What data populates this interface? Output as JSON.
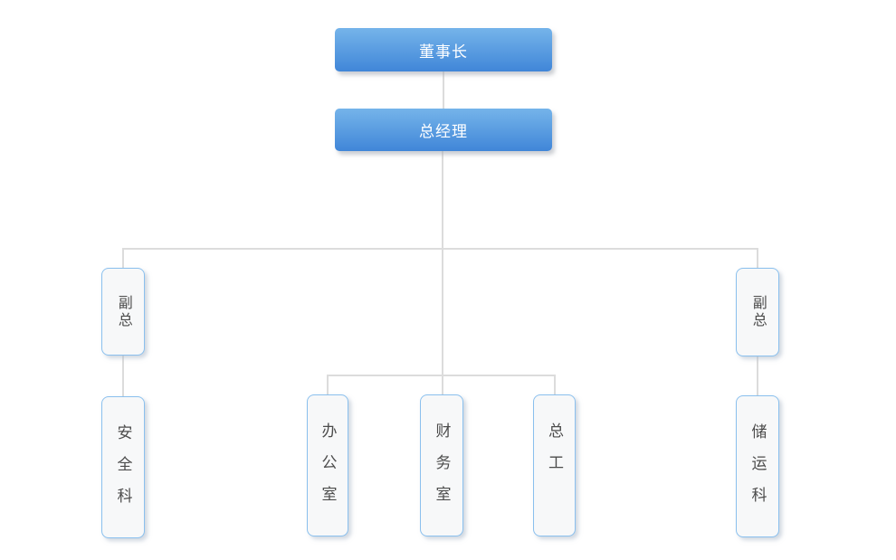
{
  "org_chart": {
    "type": "org-tree",
    "colors": {
      "background": "#ffffff",
      "primary_box_gradient_top": "#75b4ea",
      "primary_box_gradient_bottom": "#4086d8",
      "primary_box_text": "#ffffff",
      "secondary_box_bg": "#f7f8f9",
      "secondary_box_border": "#8ac0ee",
      "secondary_box_text": "#4c4c4c",
      "connector_line": "#dcdcdc"
    },
    "nodes": [
      {
        "id": "chairman",
        "label": "董事长",
        "level": 1,
        "parent": null
      },
      {
        "id": "general-manager",
        "label": "总经理",
        "level": 2,
        "parent": "chairman"
      },
      {
        "id": "deputy-gm-left",
        "label": "副总",
        "level": 3,
        "parent": "general-manager"
      },
      {
        "id": "safety-dept",
        "label": "安全科",
        "level": 4,
        "parent": "deputy-gm-left"
      },
      {
        "id": "office",
        "label": "办公室",
        "level": 4,
        "parent": "general-manager"
      },
      {
        "id": "finance-office",
        "label": "财务室",
        "level": 4,
        "parent": "general-manager"
      },
      {
        "id": "chief-engineer",
        "label": "总工",
        "level": 4,
        "parent": "general-manager"
      },
      {
        "id": "deputy-gm-right",
        "label": "副总",
        "level": 3,
        "parent": "general-manager"
      },
      {
        "id": "storage-transport-dept",
        "label": "储运科",
        "level": 4,
        "parent": "deputy-gm-right"
      }
    ]
  }
}
